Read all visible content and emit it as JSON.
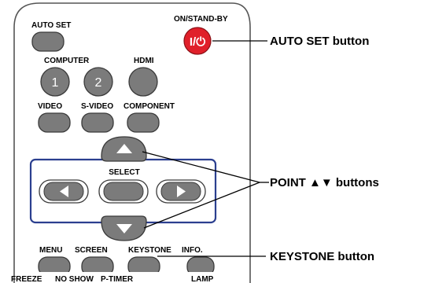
{
  "remote": {
    "top_row": {
      "auto_set_label": "AUTO SET",
      "on_standby_label": "ON/STAND-BY",
      "power_symbol": "I/⏻"
    },
    "source_row": {
      "computer_label": "COMPUTER",
      "hdmi_label": "HDMI",
      "computer_1_number": "1",
      "computer_2_number": "2"
    },
    "video_row": {
      "video_label": "VIDEO",
      "svideo_label": "S-VIDEO",
      "component_label": "COMPONENT"
    },
    "nav": {
      "select_label": "SELECT",
      "up_icon": "triangle-up",
      "down_icon": "triangle-down",
      "left_icon": "triangle-left",
      "right_icon": "triangle-right"
    },
    "bottom_row": {
      "menu_label": "MENU",
      "screen_label": "SCREEN",
      "keystone_label": "KEYSTONE",
      "info_label": "INFO.",
      "freeze_label": "FREEZE",
      "no_show_label": "NO SHOW",
      "p_timer_label": "P-TIMER",
      "lamp_label": "LAMP"
    }
  },
  "callouts": {
    "auto_set": "AUTO SET button",
    "point": "POINT ▲▼ buttons",
    "keystone": "KEYSTONE button"
  },
  "colors": {
    "button_gray": "#7b7b7b",
    "power_red": "#e0202a",
    "nav_frame": "#2b3f8f"
  }
}
